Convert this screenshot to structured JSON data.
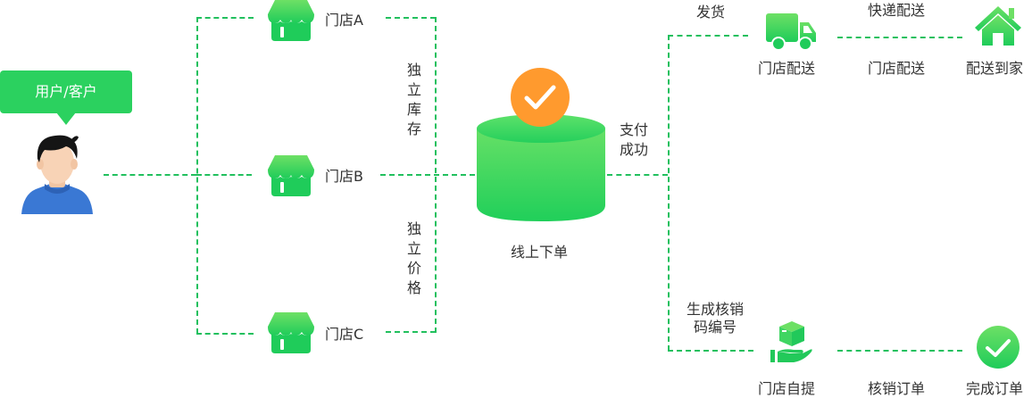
{
  "customer": {
    "label": "用户/客户",
    "icon": "user-avatar-icon"
  },
  "stores": [
    {
      "label": "门店A",
      "icon": "store-icon"
    },
    {
      "label": "门店B",
      "icon": "store-icon"
    },
    {
      "label": "门店C",
      "icon": "store-icon"
    }
  ],
  "store_features": {
    "inventory": "独立库存",
    "pricing": "独立价格"
  },
  "order": {
    "label": "线上下单",
    "payment_status": "支付成功",
    "icon": "database-cylinder-icon",
    "status_icon": "check-circle-icon"
  },
  "delivery": {
    "ship_label": "发货",
    "store_delivery_label": "门店配送",
    "express_label": "快递配送",
    "store_delivery_route_label": "门店配送",
    "home_delivery_label": "配送到家",
    "truck_icon": "truck-icon",
    "home_icon": "home-icon"
  },
  "pickup": {
    "code_label_line1": "生成核销",
    "code_label_line2": "码编号",
    "self_pickup_label": "门店自提",
    "verify_label": "核销订单",
    "complete_label": "完成订单",
    "pickup_icon": "hand-package-icon",
    "complete_icon": "check-circle-icon"
  },
  "colors": {
    "accent_green": "#22c05e",
    "bubble_green": "#2bd15f",
    "icon_green_top": "#6de065",
    "icon_green_bottom": "#1fcc5a",
    "orange": "#ff9a2e",
    "user_shirt": "#3a78d4"
  }
}
